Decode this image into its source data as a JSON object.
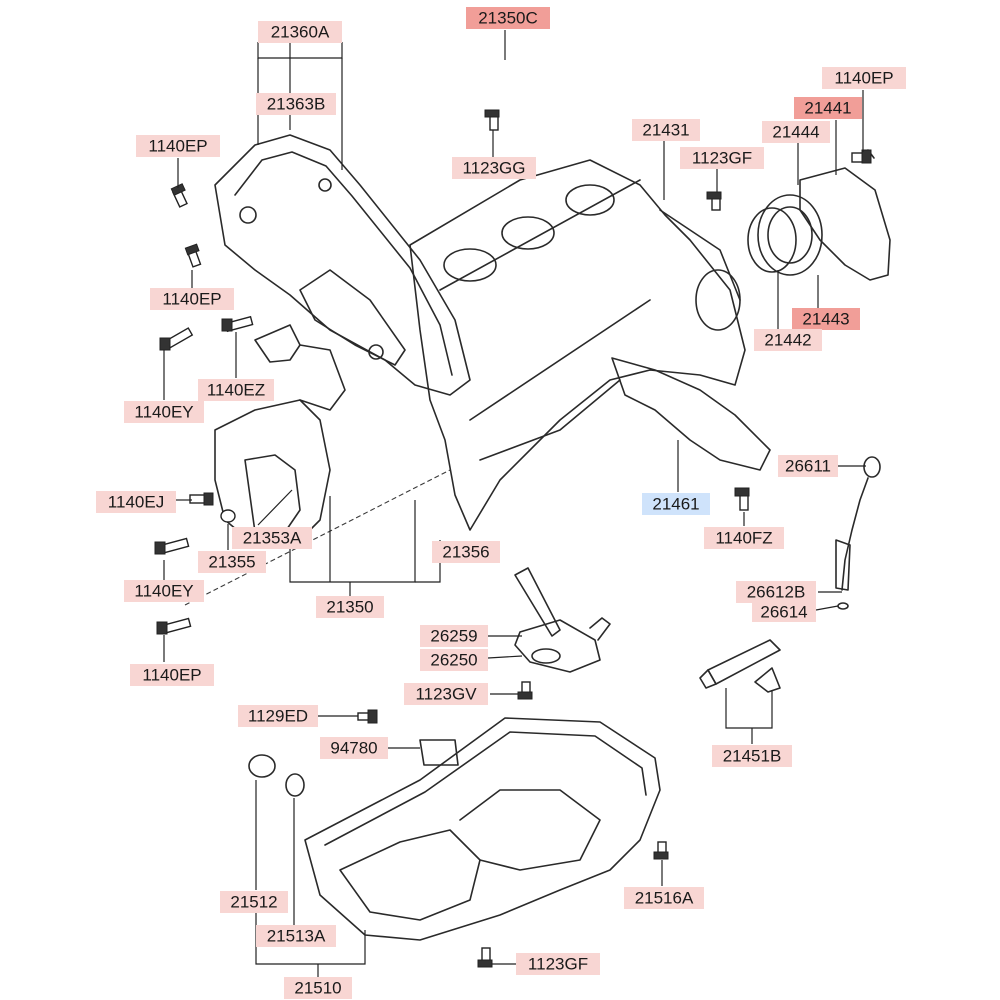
{
  "colors": {
    "label_default": "#f8d6d3",
    "label_highlight": "#f19e98",
    "label_selected": "#cfe3fb",
    "line": "#222222"
  },
  "labels": [
    {
      "id": "21360A",
      "text": "21360A",
      "style": "default"
    },
    {
      "id": "21363B",
      "text": "21363B",
      "style": "default"
    },
    {
      "id": "21350C",
      "text": "21350C",
      "style": "highlight"
    },
    {
      "id": "1123GG",
      "text": "1123GG",
      "style": "default"
    },
    {
      "id": "21431",
      "text": "21431",
      "style": "default"
    },
    {
      "id": "1123GF-top",
      "text": "1123GF",
      "style": "default"
    },
    {
      "id": "1140EP-tr",
      "text": "1140EP",
      "style": "default"
    },
    {
      "id": "21441",
      "text": "21441",
      "style": "highlight"
    },
    {
      "id": "21444",
      "text": "21444",
      "style": "default"
    },
    {
      "id": "1140EP-1",
      "text": "1140EP",
      "style": "default"
    },
    {
      "id": "1140EP-2",
      "text": "1140EP",
      "style": "default"
    },
    {
      "id": "1140EZ",
      "text": "1140EZ",
      "style": "default"
    },
    {
      "id": "1140EY-1",
      "text": "1140EY",
      "style": "default"
    },
    {
      "id": "21443",
      "text": "21443",
      "style": "highlight"
    },
    {
      "id": "21442",
      "text": "21442",
      "style": "default"
    },
    {
      "id": "26611",
      "text": "26611",
      "style": "default"
    },
    {
      "id": "21461",
      "text": "21461",
      "style": "selected"
    },
    {
      "id": "1140FZ",
      "text": "1140FZ",
      "style": "default"
    },
    {
      "id": "1140EJ",
      "text": "1140EJ",
      "style": "default"
    },
    {
      "id": "21353A",
      "text": "21353A",
      "style": "default"
    },
    {
      "id": "21355",
      "text": "21355",
      "style": "default"
    },
    {
      "id": "21356",
      "text": "21356",
      "style": "default"
    },
    {
      "id": "1140EY-2",
      "text": "1140EY",
      "style": "default"
    },
    {
      "id": "21350",
      "text": "21350",
      "style": "default"
    },
    {
      "id": "26612B",
      "text": "26612B",
      "style": "default"
    },
    {
      "id": "26614",
      "text": "26614",
      "style": "default"
    },
    {
      "id": "26259",
      "text": "26259",
      "style": "default"
    },
    {
      "id": "26250",
      "text": "26250",
      "style": "default"
    },
    {
      "id": "1140EP-3",
      "text": "1140EP",
      "style": "default"
    },
    {
      "id": "1123GV",
      "text": "1123GV",
      "style": "default"
    },
    {
      "id": "1129ED",
      "text": "1129ED",
      "style": "default"
    },
    {
      "id": "94780",
      "text": "94780",
      "style": "default"
    },
    {
      "id": "21451B",
      "text": "21451B",
      "style": "default"
    },
    {
      "id": "21516A",
      "text": "21516A",
      "style": "default"
    },
    {
      "id": "21512",
      "text": "21512",
      "style": "default"
    },
    {
      "id": "21513A",
      "text": "21513A",
      "style": "default"
    },
    {
      "id": "1123GF-bot",
      "text": "1123GF",
      "style": "default"
    },
    {
      "id": "21510",
      "text": "21510",
      "style": "default"
    }
  ]
}
